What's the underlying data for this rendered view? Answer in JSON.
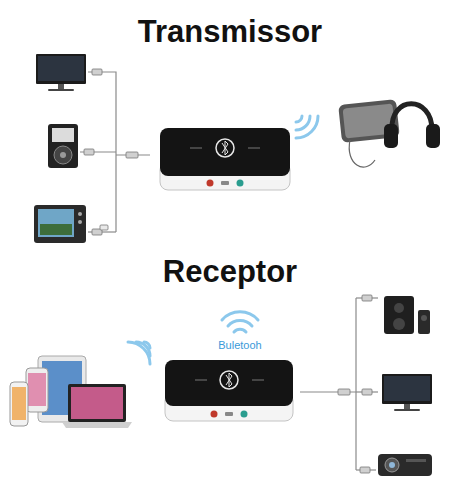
{
  "diagram": {
    "labels": [
      "Transmissor",
      "Receptor",
      "Buletooh"
    ]
  }
}
